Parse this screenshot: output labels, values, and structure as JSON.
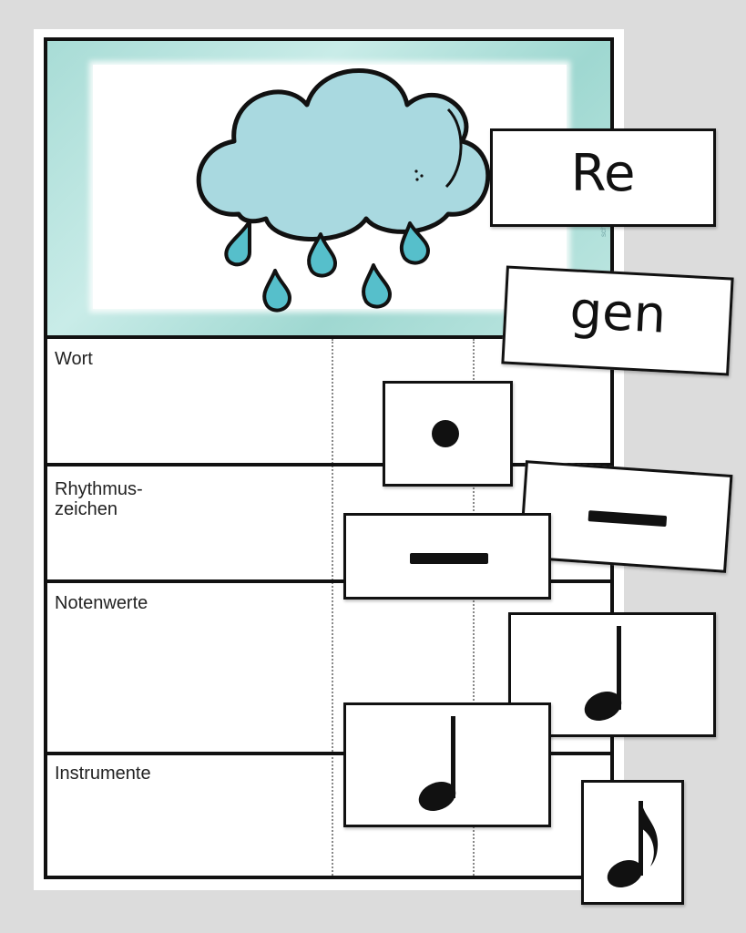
{
  "worksheet": {
    "rows": [
      {
        "label": "Wort"
      },
      {
        "label": "Rhythmus-\nzeichen"
      },
      {
        "label": "Notenwerte"
      },
      {
        "label": "Instrumente"
      }
    ],
    "credit_text": "school",
    "accent_color": "#a8dcd6",
    "cloud_color": "#a9d9e0",
    "drop_color": "#56bfcb"
  },
  "cards": {
    "syllable_1": "Re",
    "syllable_2": "gen",
    "rhythm_dot": "dot-symbol",
    "rhythm_dash_1": "dash-symbol",
    "rhythm_dash_2": "dash-symbol",
    "note_quarter_1": "quarter-note-icon",
    "note_quarter_2": "quarter-note-icon",
    "note_eighth": "eighth-note-icon"
  }
}
